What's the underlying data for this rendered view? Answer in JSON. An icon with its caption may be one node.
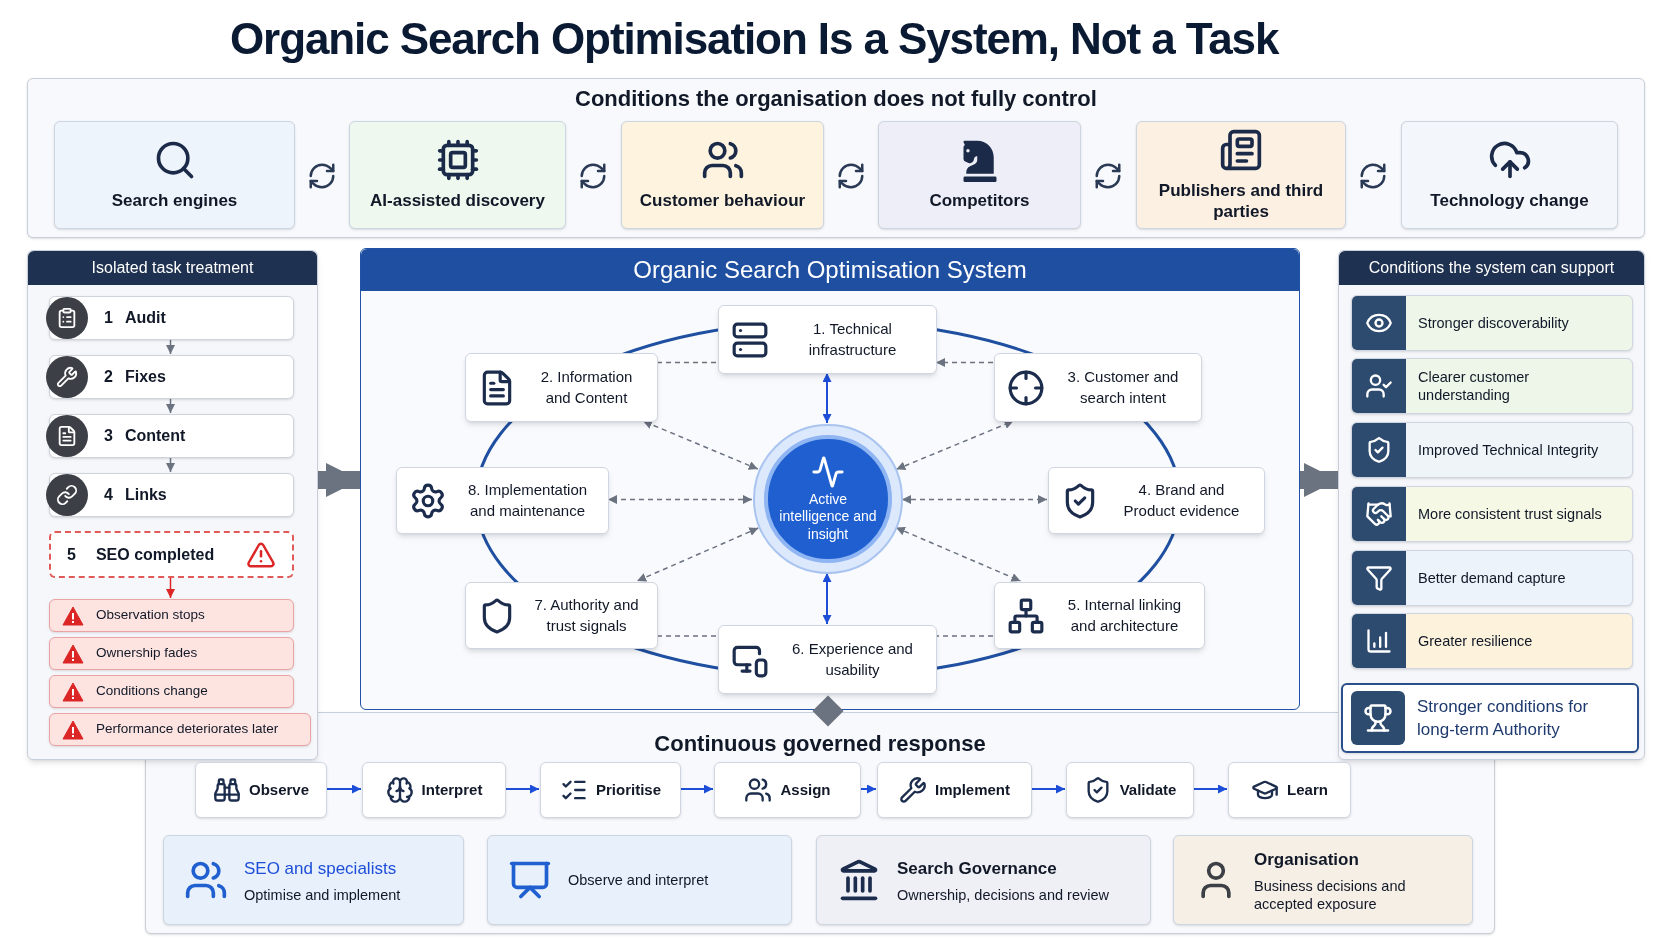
{
  "diagram": {
    "title": "Organic Search Optimisation Is a System, Not a Task",
    "nodes": [
      {
        "text": [
          "Conditions the organisation does not fully control"
        ]
      },
      {
        "text": [
          "Search engines"
        ],
        "in": 0
      },
      {
        "text": [
          "AI-assisted discovery"
        ],
        "in": 0
      },
      {
        "text": [
          "Customer behaviour"
        ],
        "in": 0
      },
      {
        "text": [
          "Competitors"
        ],
        "in": 0
      },
      {
        "text": [
          "Publishers and third parties"
        ],
        "in": 0
      },
      {
        "text": [
          "Technology change"
        ],
        "in": 0
      },
      {
        "text": [
          "Isolated task treatment"
        ]
      },
      {
        "text": [
          "1",
          "Audit"
        ],
        "in": 7
      },
      {
        "text": [
          "2",
          "Fixes"
        ],
        "in": 7
      },
      {
        "text": [
          "3",
          "Content"
        ],
        "in": 7
      },
      {
        "text": [
          "4",
          "Links"
        ],
        "in": 7
      },
      {
        "text": [
          "5",
          "SEO completed"
        ],
        "in": 7
      },
      {
        "text": [
          "Observation stops"
        ],
        "in": 7
      },
      {
        "text": [
          "Ownership fades"
        ],
        "in": 7
      },
      {
        "text": [
          "Conditions change"
        ],
        "in": 7
      },
      {
        "text": [
          "Performance deteriorates later"
        ],
        "in": 7
      },
      {
        "text": [
          "Organic Search Optimisation System"
        ]
      },
      {
        "text": [
          "1. Technical infrastructure"
        ],
        "in": 17
      },
      {
        "text": [
          "2. Information and Content"
        ],
        "in": 17
      },
      {
        "text": [
          "3. Customer and search intent"
        ],
        "in": 17
      },
      {
        "text": [
          "8. Implementation and maintenance"
        ],
        "in": 17
      },
      {
        "text": [
          "Active intelligence and insight"
        ],
        "in": 17
      },
      {
        "text": [
          "4. Brand and Product evidence"
        ],
        "in": 17
      },
      {
        "text": [
          "7. Authority and trust signals"
        ],
        "in": 17
      },
      {
        "text": [
          "6. Experience and usability"
        ],
        "in": 17
      },
      {
        "text": [
          "5. Internal linking and architecture"
        ],
        "in": 17
      },
      {
        "text": [
          "Conditions the system can support"
        ]
      },
      {
        "text": [
          "Stronger discoverability"
        ],
        "in": 27
      },
      {
        "text": [
          "Clearer customer understanding"
        ],
        "in": 27
      },
      {
        "text": [
          "Improved Technical Integrity"
        ],
        "in": 27
      },
      {
        "text": [
          "More consistent trust signals"
        ],
        "in": 27
      },
      {
        "text": [
          "Better demand capture"
        ],
        "in": 27
      },
      {
        "text": [
          "Greater resilience"
        ],
        "in": 27
      },
      {
        "text": [
          "Stronger conditions for long-term Authority"
        ],
        "in": 27
      },
      {
        "text": [
          "Continuous governed response"
        ]
      },
      {
        "text": [
          "Observe"
        ],
        "in": 35
      },
      {
        "text": [
          "Interpret"
        ],
        "in": 35
      },
      {
        "text": [
          "Prioritise"
        ],
        "in": 35
      },
      {
        "text": [
          "Assign"
        ],
        "in": 35
      },
      {
        "text": [
          "Implement"
        ],
        "in": 35
      },
      {
        "text": [
          "Validate"
        ],
        "in": 35
      },
      {
        "text": [
          "Learn"
        ],
        "in": 35
      },
      {
        "text": [
          "SEO and specialists",
          "Optimise and implement"
        ],
        "in": 35
      },
      {
        "text": [
          "Observe and interpret"
        ],
        "in": 35
      },
      {
        "text": [
          "Search Governance",
          "Ownership, decisions and review"
        ],
        "in": 35
      },
      {
        "text": [
          "Organisation",
          "Business decisions and accepted exposure"
        ],
        "in": 35
      }
    ],
    "edges": [
      {
        "from": 8,
        "to": 9,
        "arrow": "to"
      },
      {
        "from": 9,
        "to": 10,
        "arrow": "to"
      },
      {
        "from": 10,
        "to": 11,
        "arrow": "to"
      },
      {
        "from": 12,
        "to": 13,
        "arrow": "to",
        "color": "#dc2626"
      },
      {
        "from": 7,
        "to": 17,
        "arrow": "to",
        "style": "thick"
      },
      {
        "from": 17,
        "to": 27,
        "arrow": "to",
        "style": "thick"
      },
      {
        "from": 22,
        "to": 18,
        "arrow": "both",
        "color": "#1d4ed8"
      },
      {
        "from": 22,
        "to": 25,
        "arrow": "both",
        "color": "#1d4ed8"
      },
      {
        "from": 22,
        "to": 21,
        "arrow": "both",
        "style": "dashed"
      },
      {
        "from": 22,
        "to": 23,
        "arrow": "both",
        "style": "dashed"
      },
      {
        "from": 22,
        "to": 19,
        "arrow": "both",
        "style": "dashed"
      },
      {
        "from": 22,
        "to": 20,
        "arrow": "both",
        "style": "dashed"
      },
      {
        "from": 22,
        "to": 24,
        "arrow": "both",
        "style": "dashed"
      },
      {
        "from": 22,
        "to": 26,
        "arrow": "both",
        "style": "dashed"
      },
      {
        "from": 19,
        "to": 18,
        "arrow": "none",
        "style": "dashed"
      },
      {
        "from": 20,
        "to": 18,
        "arrow": "to",
        "style": "dashed"
      },
      {
        "from": 24,
        "to": 25,
        "arrow": "none",
        "style": "dashed"
      },
      {
        "from": 26,
        "to": 25,
        "arrow": "none",
        "style": "dashed"
      },
      {
        "from": 36,
        "to": 37,
        "arrow": "to",
        "color": "#1d4ed8"
      },
      {
        "from": 37,
        "to": 38,
        "arrow": "to",
        "color": "#1d4ed8"
      },
      {
        "from": 38,
        "to": 39,
        "arrow": "to",
        "color": "#1d4ed8"
      },
      {
        "from": 39,
        "to": 40,
        "arrow": "to",
        "color": "#1d4ed8"
      },
      {
        "from": 40,
        "to": 41,
        "arrow": "to",
        "color": "#1d4ed8"
      },
      {
        "from": 41,
        "to": 42,
        "arrow": "to",
        "color": "#1d4ed8"
      }
    ]
  }
}
